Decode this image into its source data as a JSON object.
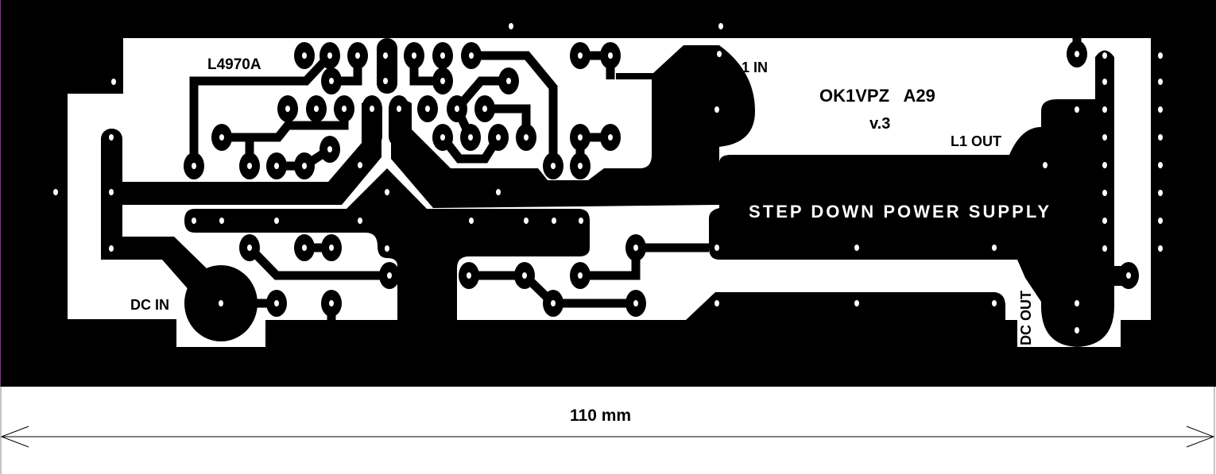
{
  "board": {
    "chip_label": "L4970A",
    "dc_in_label": "DC IN",
    "l1_in_label": "L1 IN",
    "l1_out_label": "L1 OUT",
    "author_label": "OK1VPZ   A29",
    "version_label": "v.3",
    "title_label": "STEP DOWN POWER SUPPLY",
    "dc_out_label": "DC OUT"
  },
  "dimension": {
    "label": "110 mm"
  },
  "colors": {
    "copper": "#000000",
    "substrate": "#ffffff",
    "edge_marker": "#a020a0"
  }
}
